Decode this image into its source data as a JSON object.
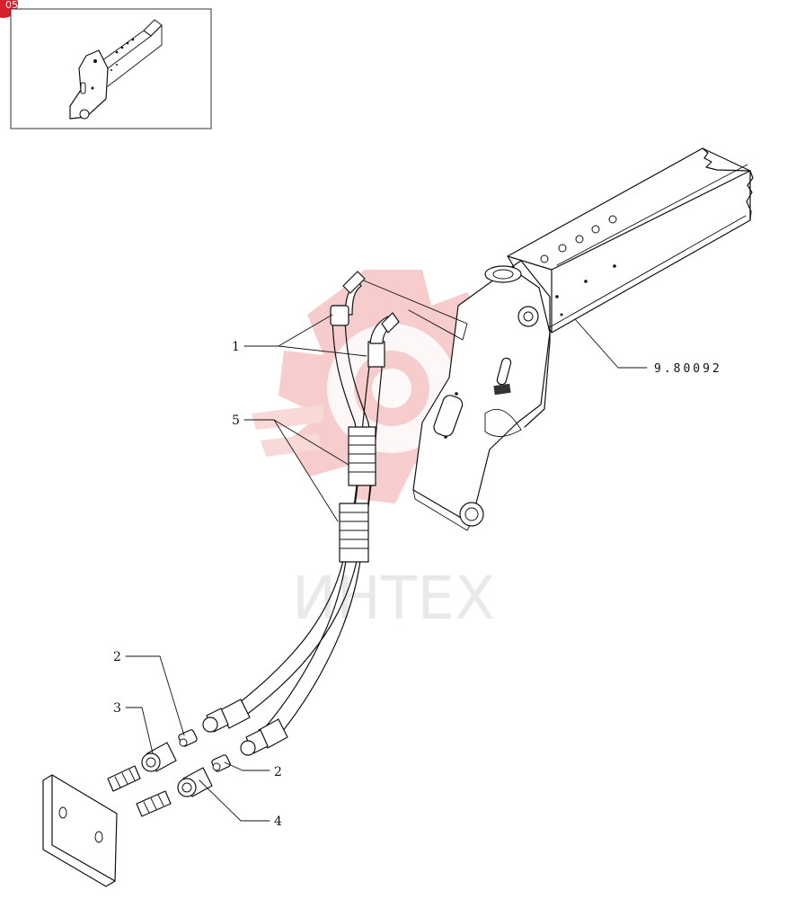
{
  "badge_text": "05",
  "watermark": {
    "text": "ИНТЕХ",
    "color": "#f3b9b9"
  },
  "callouts": {
    "hoses_top": "1",
    "adapter_upper": "2",
    "adapter_lower": "2",
    "coupler_upper": "3",
    "coupler_lower": "4",
    "hose_sleeves": "5",
    "ref_group": "9.80092"
  },
  "colors": {
    "badge": "#d3202a",
    "line": "#111111"
  }
}
